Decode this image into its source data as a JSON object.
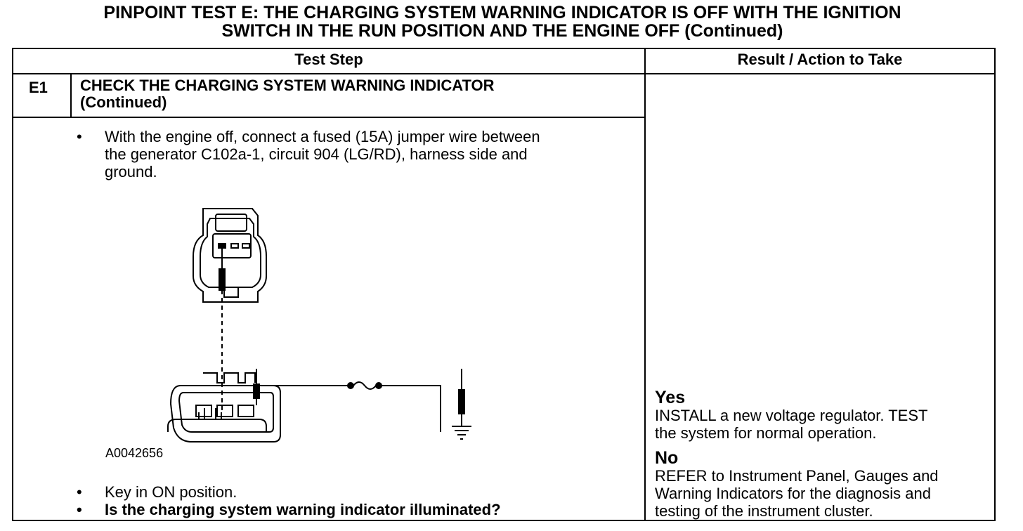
{
  "title": {
    "line1": "PINPOINT TEST E: THE CHARGING SYSTEM WARNING INDICATOR IS OFF WITH THE IGNITION",
    "line2": "SWITCH IN THE RUN POSITION AND THE ENGINE OFF (Continued)"
  },
  "table": {
    "col_test_step": "Test Step",
    "col_result": "Result / Action to Take"
  },
  "step": {
    "id": "E1",
    "title_line1": "CHECK THE CHARGING SYSTEM WARNING INDICATOR",
    "title_line2": "(Continued)",
    "bullet1_line1": "With the engine off, connect a fused (15A) jumper wire between",
    "bullet1_line2": "the generator C102a-1, circuit 904 (LG/RD), harness side and",
    "bullet1_line3": "ground.",
    "figure_id": "A0042656",
    "bullet2": "Key in ON position.",
    "bullet3": "Is the charging system warning indicator illuminated?",
    "bullet_symbol": "•"
  },
  "results": {
    "yes_label": "Yes",
    "yes_line1": "INSTALL a new voltage regulator. TEST",
    "yes_line2": "the system for normal operation.",
    "no_label": "No",
    "no_line1": "REFER to Instrument Panel, Gauges and",
    "no_line2": "Warning Indicators for the diagnosis and",
    "no_line3": "testing of the instrument cluster."
  }
}
